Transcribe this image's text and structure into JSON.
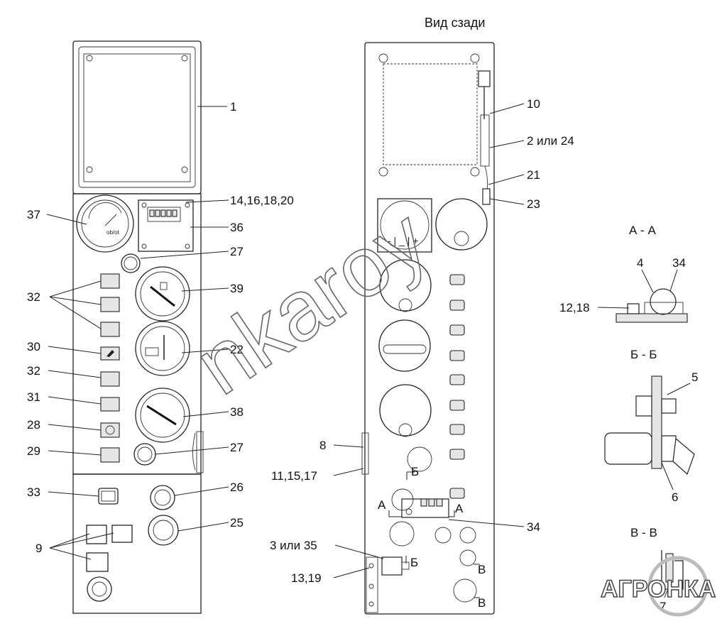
{
  "header": {
    "rear_view": "Вид сзади"
  },
  "callouts": {
    "c1": "1",
    "c14": "14,16,18,20",
    "c36": "36",
    "c37": "37",
    "c27a": "27",
    "c39": "39",
    "c32a": "32",
    "c30": "30",
    "c22": "22",
    "c32b": "32",
    "c31": "31",
    "c38": "38",
    "c28": "28",
    "c29": "29",
    "c27b": "27",
    "c33": "33",
    "c26": "26",
    "c25": "25",
    "c9": "9",
    "c10": "10",
    "c2": "2 или 24",
    "c21": "21",
    "c23": "23",
    "c8": "8",
    "c11": "11,15,17",
    "c34": "34",
    "c3": "3 или 35",
    "c13": "13,19"
  },
  "section_marks": {
    "b1": "Б",
    "a_left": "А",
    "a_right": "А",
    "b2": "Б",
    "v1": "В",
    "v2": "В"
  },
  "section_aa": {
    "title": "А - А",
    "c4": "4",
    "c34": "34",
    "c12": "12,18"
  },
  "section_bb": {
    "title": "Б - Б",
    "c5": "5",
    "c6": "6"
  },
  "section_vv": {
    "title": "В - В",
    "c7": "7"
  },
  "gauge_text": {
    "voltmeter": "- | _ | +",
    "tacho_units": "ob/ot"
  },
  "watermark": "nkaroy",
  "logo": "АГРОНКА"
}
